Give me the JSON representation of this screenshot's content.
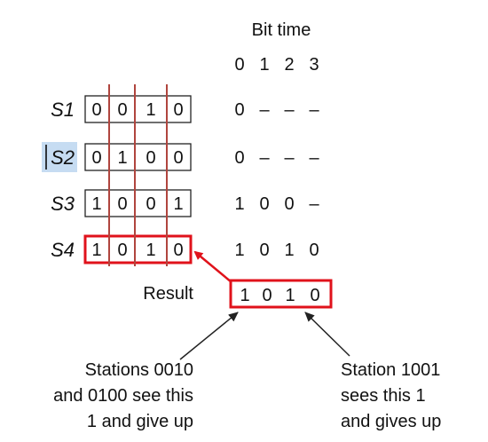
{
  "header": {
    "title": "Bit time",
    "columns": [
      "0",
      "1",
      "2",
      "3"
    ]
  },
  "stations": [
    {
      "label": "S1",
      "bits": [
        "0",
        "0",
        "1",
        "0"
      ],
      "bit_time": [
        "0",
        "–",
        "–",
        "–"
      ],
      "highlighted": false,
      "label_selected": false
    },
    {
      "label": "S2",
      "bits": [
        "0",
        "1",
        "0",
        "0"
      ],
      "bit_time": [
        "0",
        "–",
        "–",
        "–"
      ],
      "highlighted": false,
      "label_selected": true
    },
    {
      "label": "S3",
      "bits": [
        "1",
        "0",
        "0",
        "1"
      ],
      "bit_time": [
        "1",
        "0",
        "0",
        "–"
      ],
      "highlighted": false,
      "label_selected": false
    },
    {
      "label": "S4",
      "bits": [
        "1",
        "0",
        "1",
        "0"
      ],
      "bit_time": [
        "1",
        "0",
        "1",
        "0"
      ],
      "highlighted": true,
      "label_selected": false
    }
  ],
  "result": {
    "label": "Result",
    "bits": [
      "1",
      "0",
      "1",
      "0"
    ]
  },
  "annotations": {
    "left": [
      "Stations 0010",
      "and 0100 see this",
      "1 and give up"
    ],
    "right": [
      "Station 1001",
      "sees this 1",
      "and gives up"
    ]
  },
  "colors": {
    "highlight": "#e0121b",
    "column_lines": "#b0453e",
    "text": "#111111",
    "selection": "#c6dcf2"
  }
}
